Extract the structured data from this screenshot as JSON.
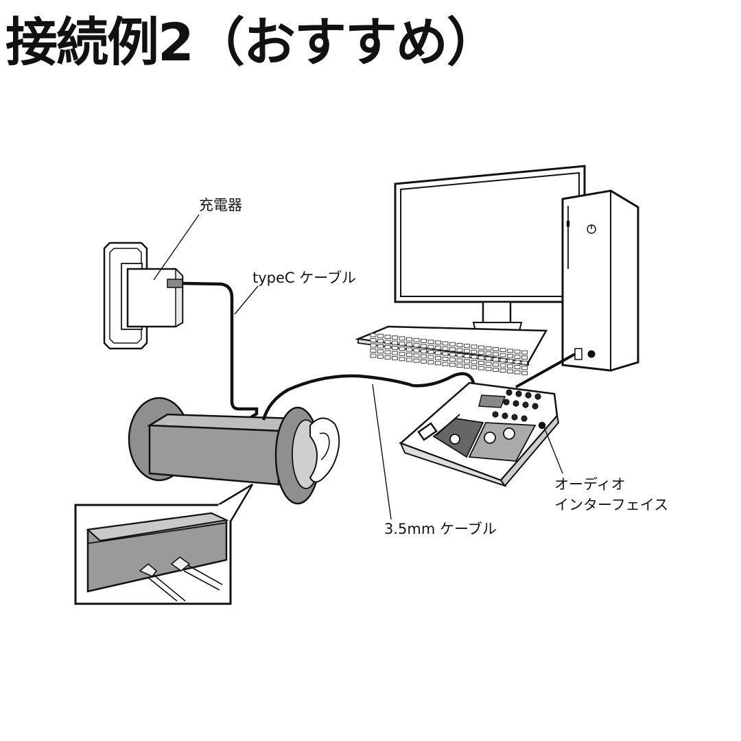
{
  "title": "接続例2（おすすめ）",
  "labels": {
    "charger": "充電器",
    "typec_cable": "typeC ケーブル",
    "audio_interface_line1": "オーディオ",
    "audio_interface_line2": "インターフェイス",
    "mm35_cable": "3.5mm ケーブル"
  }
}
